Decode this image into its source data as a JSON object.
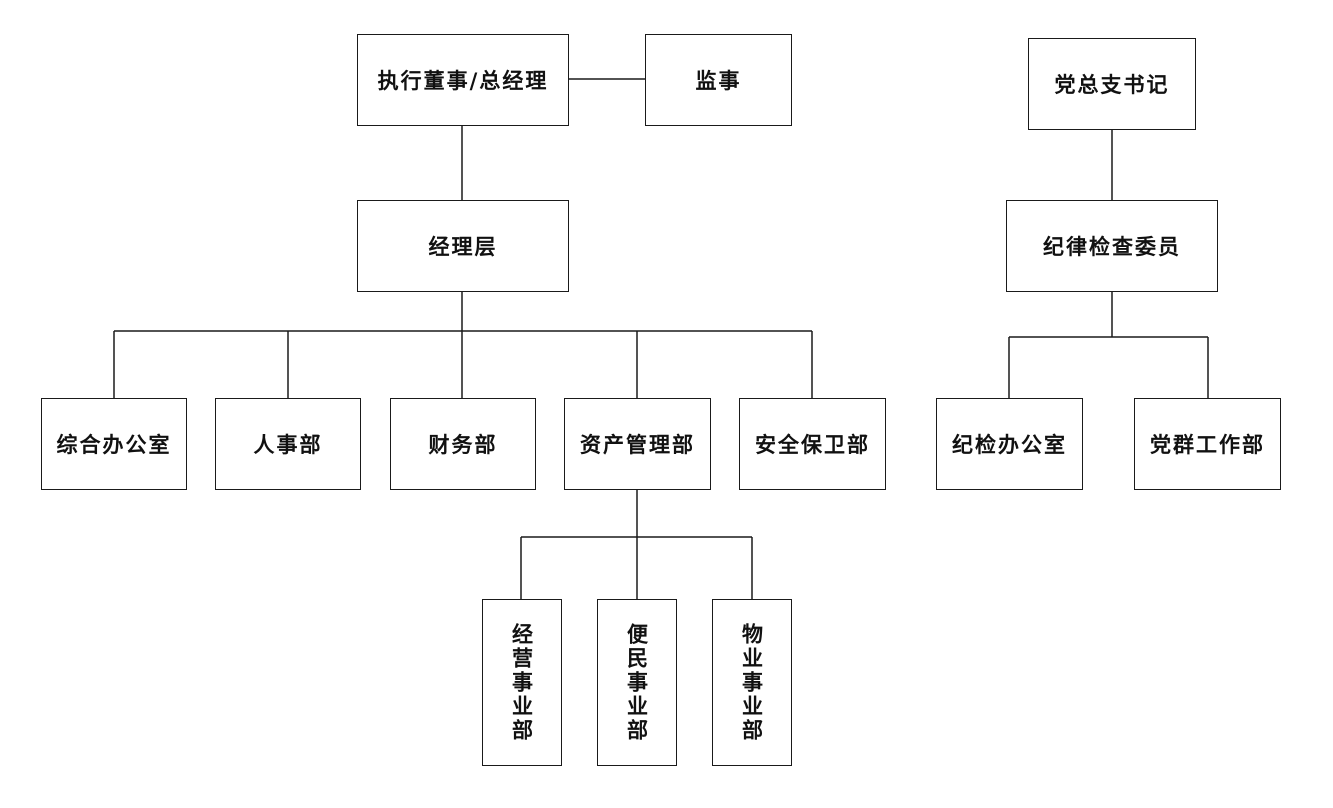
{
  "nodes": {
    "executive_director": "执行董事/总经理",
    "supervisor": "监事",
    "party_secretary": "党总支书记",
    "management": "经理层",
    "discipline_committee": "纪律检查委员",
    "general_office": "综合办公室",
    "hr_dept": "人事部",
    "finance_dept": "财务部",
    "asset_mgmt_dept": "资产管理部",
    "security_dept": "安全保卫部",
    "discipline_office": "纪检办公室",
    "party_work_dept": "党群工作部",
    "operations_unit": "经营事业部",
    "convenience_unit": "便民事业部",
    "property_unit": "物业事业部"
  }
}
